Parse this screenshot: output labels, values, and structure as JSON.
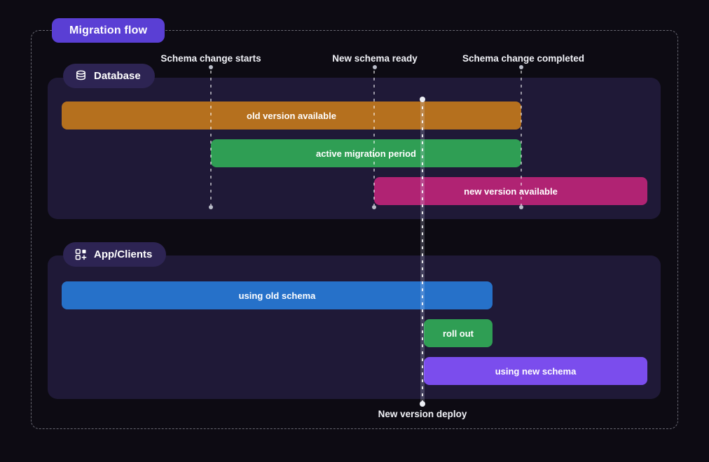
{
  "title_badge": "Migration flow",
  "timeline": {
    "markers": [
      {
        "label": "Schema change starts"
      },
      {
        "label": "New schema ready"
      },
      {
        "label": "Schema change completed"
      }
    ],
    "deploy_marker": {
      "label": "New version deploy"
    }
  },
  "sections": [
    {
      "name": "Database",
      "icon": "database-icon",
      "bars": [
        {
          "label": "old version available",
          "color": "#b5701e"
        },
        {
          "label": "active migration period",
          "color": "#2f9e54"
        },
        {
          "label": "new version available",
          "color": "#b02373"
        }
      ]
    },
    {
      "name": "App/Clients",
      "icon": "apps-plus-icon",
      "bars": [
        {
          "label": "using old schema",
          "color": "#2671c9"
        },
        {
          "label": "roll out",
          "color": "#2f9e54"
        },
        {
          "label": "using new schema",
          "color": "#7b4ded"
        }
      ]
    }
  ],
  "colors": {
    "page_background": "#0d0b13",
    "panel_background": "#1f1937",
    "section_badge_background": "#2d2453",
    "title_badge_background": "#5a3fd4",
    "frame_dash": "#c3c5d2",
    "text": "#ffffff"
  }
}
